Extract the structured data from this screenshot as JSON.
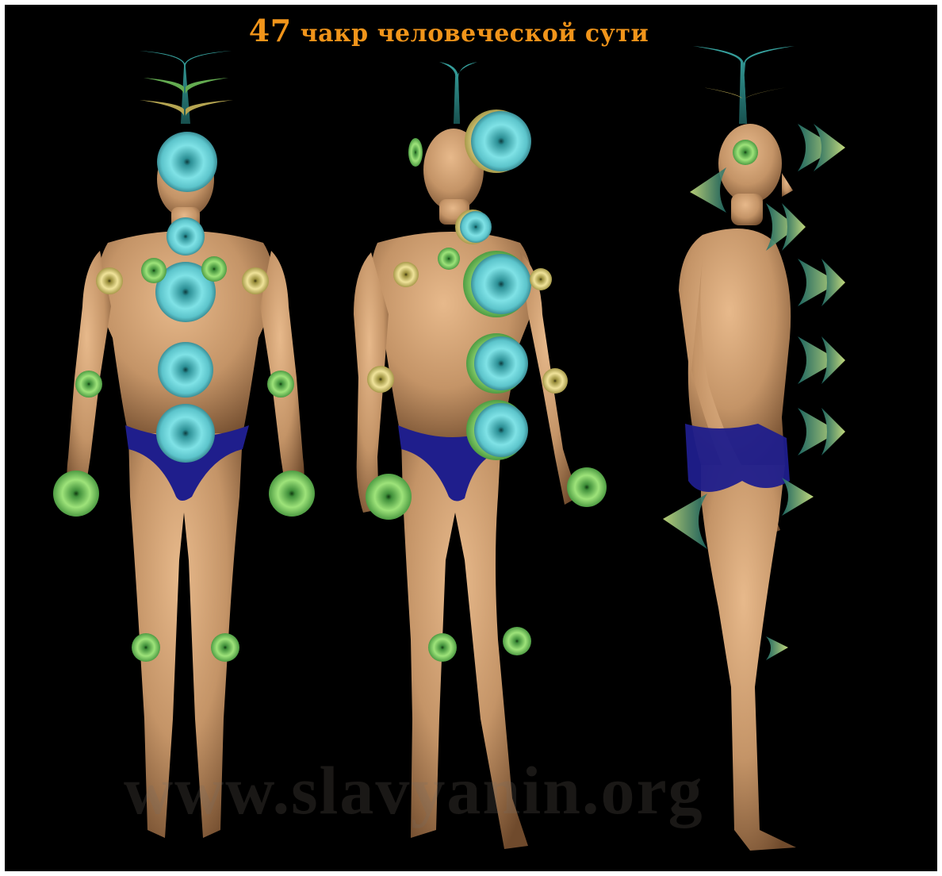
{
  "title": {
    "number": "47",
    "text": "чакр человеческой сути"
  },
  "watermark": "www.slavyanin.org",
  "colors": {
    "background": "#000000",
    "title": "#f0941a",
    "skin": "#c49467",
    "briefs": "#1f1e8c",
    "chakra_cyan": "#6fd6dc",
    "chakra_green": "#8fdc6a",
    "chakra_yellow": "#e8d87a"
  },
  "figures": [
    "front-view",
    "three-quarter-view",
    "side-view"
  ]
}
